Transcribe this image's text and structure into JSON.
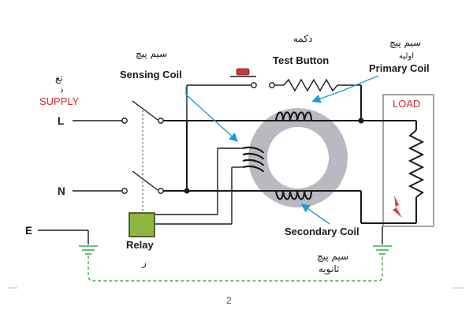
{
  "labels": {
    "supply": "SUPPLY",
    "line": "L",
    "neutral": "N",
    "earth": "E",
    "sensing_coil": "Sensing Coil",
    "test_button": "Test Button",
    "primary_coil": "Primary Coil",
    "load": "LOAD",
    "secondary_coil": "Secondary Coil",
    "relay": "Relay"
  },
  "persian": {
    "supply": "تغ",
    "supply_sub": "ذ",
    "sensing_coil": "سیم پیچ",
    "test_button": "دکمه",
    "primary_coil": "سیم پیچ",
    "primary_sub": "اولیه",
    "relay": "ر",
    "secondary_line1": "سیم پیچ",
    "secondary_line2": "ثانویه"
  },
  "page_number": "2",
  "colors": {
    "wire": "#1a1a1a",
    "leader_arrow": "#1f9bd6",
    "core": "#b9b9c2",
    "relay_box": "#8fb73f",
    "supply_text": "#d42a2a",
    "earth_dashed": "#3fae49",
    "fault_arrow": "#e23a2a"
  }
}
